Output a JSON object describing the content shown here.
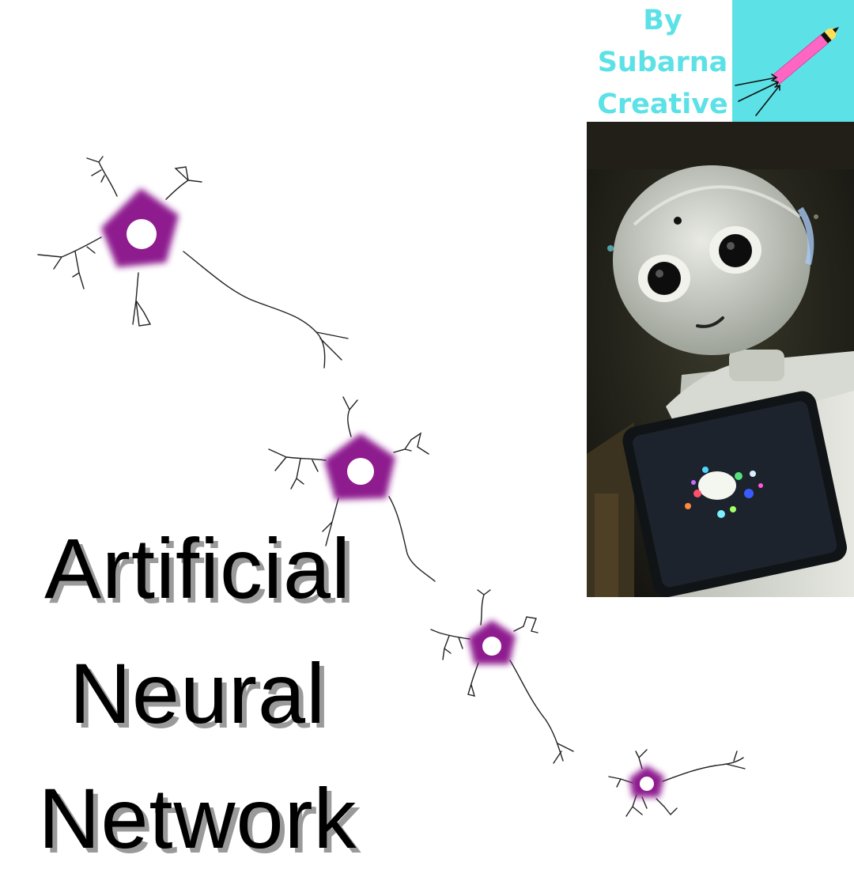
{
  "credit": {
    "line1": "By",
    "line2": "Subarna",
    "line3": "Creative"
  },
  "title": {
    "line1": "Artificial",
    "line2": "Neural",
    "line3": "Network"
  },
  "colors": {
    "accent": "#5ce1e6",
    "neuron": "#8e1a8f",
    "pencil_body": "#ff66c4",
    "pencil_tip": "#ffde59",
    "title_shadow": "#9a9a9a"
  },
  "icons": [
    "pencil-icon",
    "neuron-icon",
    "robot-photo"
  ]
}
